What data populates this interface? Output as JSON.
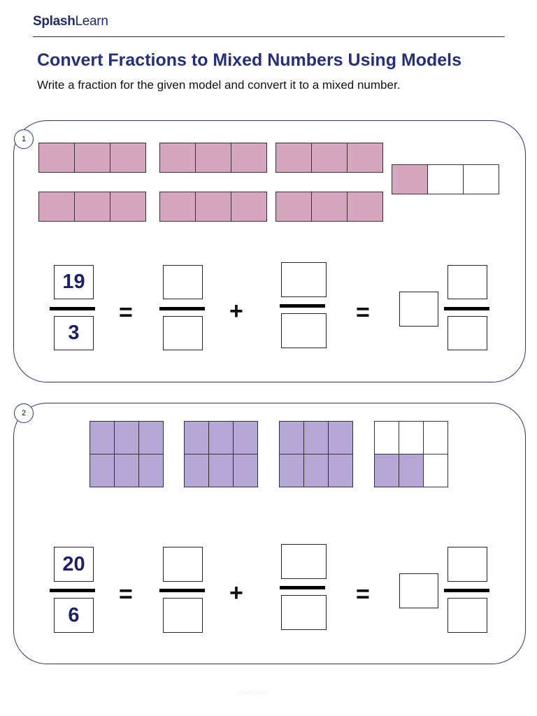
{
  "header": {
    "logo_bold": "Splash",
    "logo_light": "Learn"
  },
  "title": "Convert Fractions to Mixed Numbers Using Models",
  "instruction": "Write a fraction for the given model and convert it to a mixed number.",
  "colors": {
    "pink": "#d5a6bd",
    "purple": "#b4a7d6",
    "accent": "#26307a"
  },
  "problems": [
    {
      "number": "1",
      "numerator": "19",
      "denominator": "3",
      "equals": "=",
      "plus": "+",
      "model": {
        "whole_strips": 6,
        "parts_per_whole": 3,
        "shaded_in_last": 1
      }
    },
    {
      "number": "2",
      "numerator": "20",
      "denominator": "6",
      "equals": "=",
      "plus": "+",
      "model": {
        "whole_grids": 3,
        "parts_per_whole": 6,
        "shaded_in_last": 2
      }
    }
  ],
  "footer": "splashlearn"
}
